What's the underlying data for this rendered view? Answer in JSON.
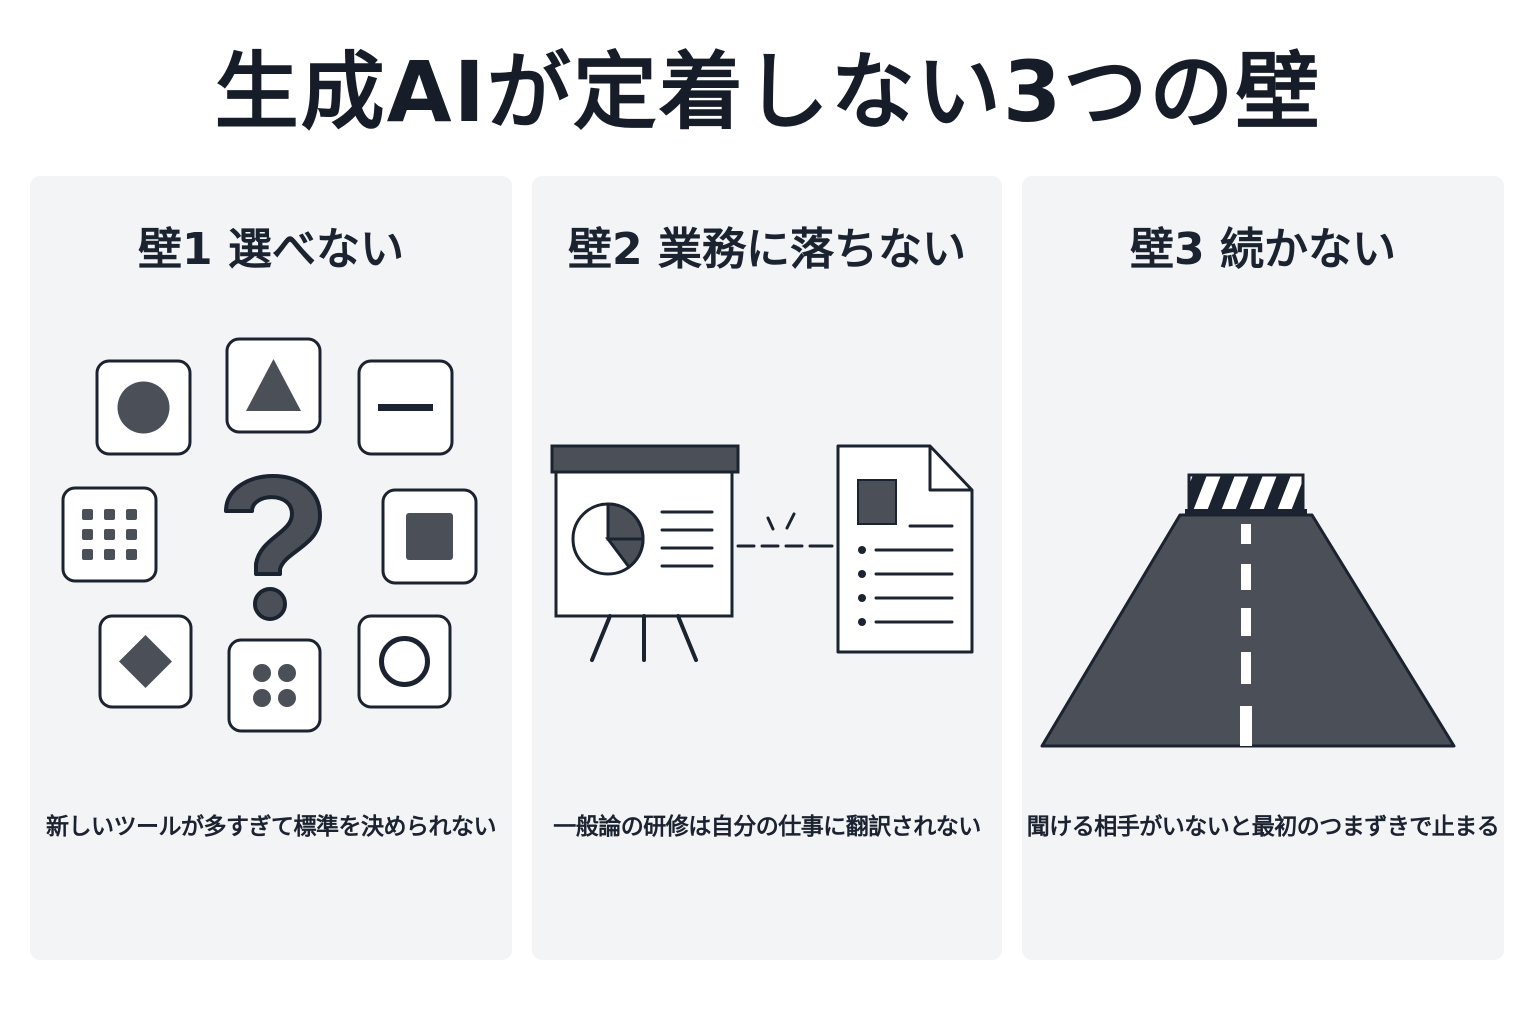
{
  "title": "生成AIが定着しない3つの壁",
  "panels": [
    {
      "heading": "壁1  選べない",
      "caption": "新しいツールが多すぎて標準を決められない",
      "icons": [
        "circle-icon",
        "triangle-icon",
        "minus-icon",
        "grid-icon",
        "question-mark-icon",
        "square-icon",
        "diamond-icon",
        "four-dots-icon",
        "ring-icon"
      ]
    },
    {
      "heading": "壁2  業務に落ちない",
      "caption": "一般論の研修は自分の仕事に翻訳されない",
      "icons": [
        "presentation-board-icon",
        "pie-chart-icon",
        "broken-link-icon",
        "document-icon"
      ]
    },
    {
      "heading": "壁3  続かない",
      "caption": "聞ける相手がいないと最初のつまずきで止まる",
      "icons": [
        "road-icon",
        "road-barrier-icon"
      ]
    }
  ],
  "colors": {
    "ink": "#1c2330",
    "icon_fill": "#4b5058",
    "panel_bg": "#f3f4f6",
    "icon_bg": "#ffffff"
  }
}
